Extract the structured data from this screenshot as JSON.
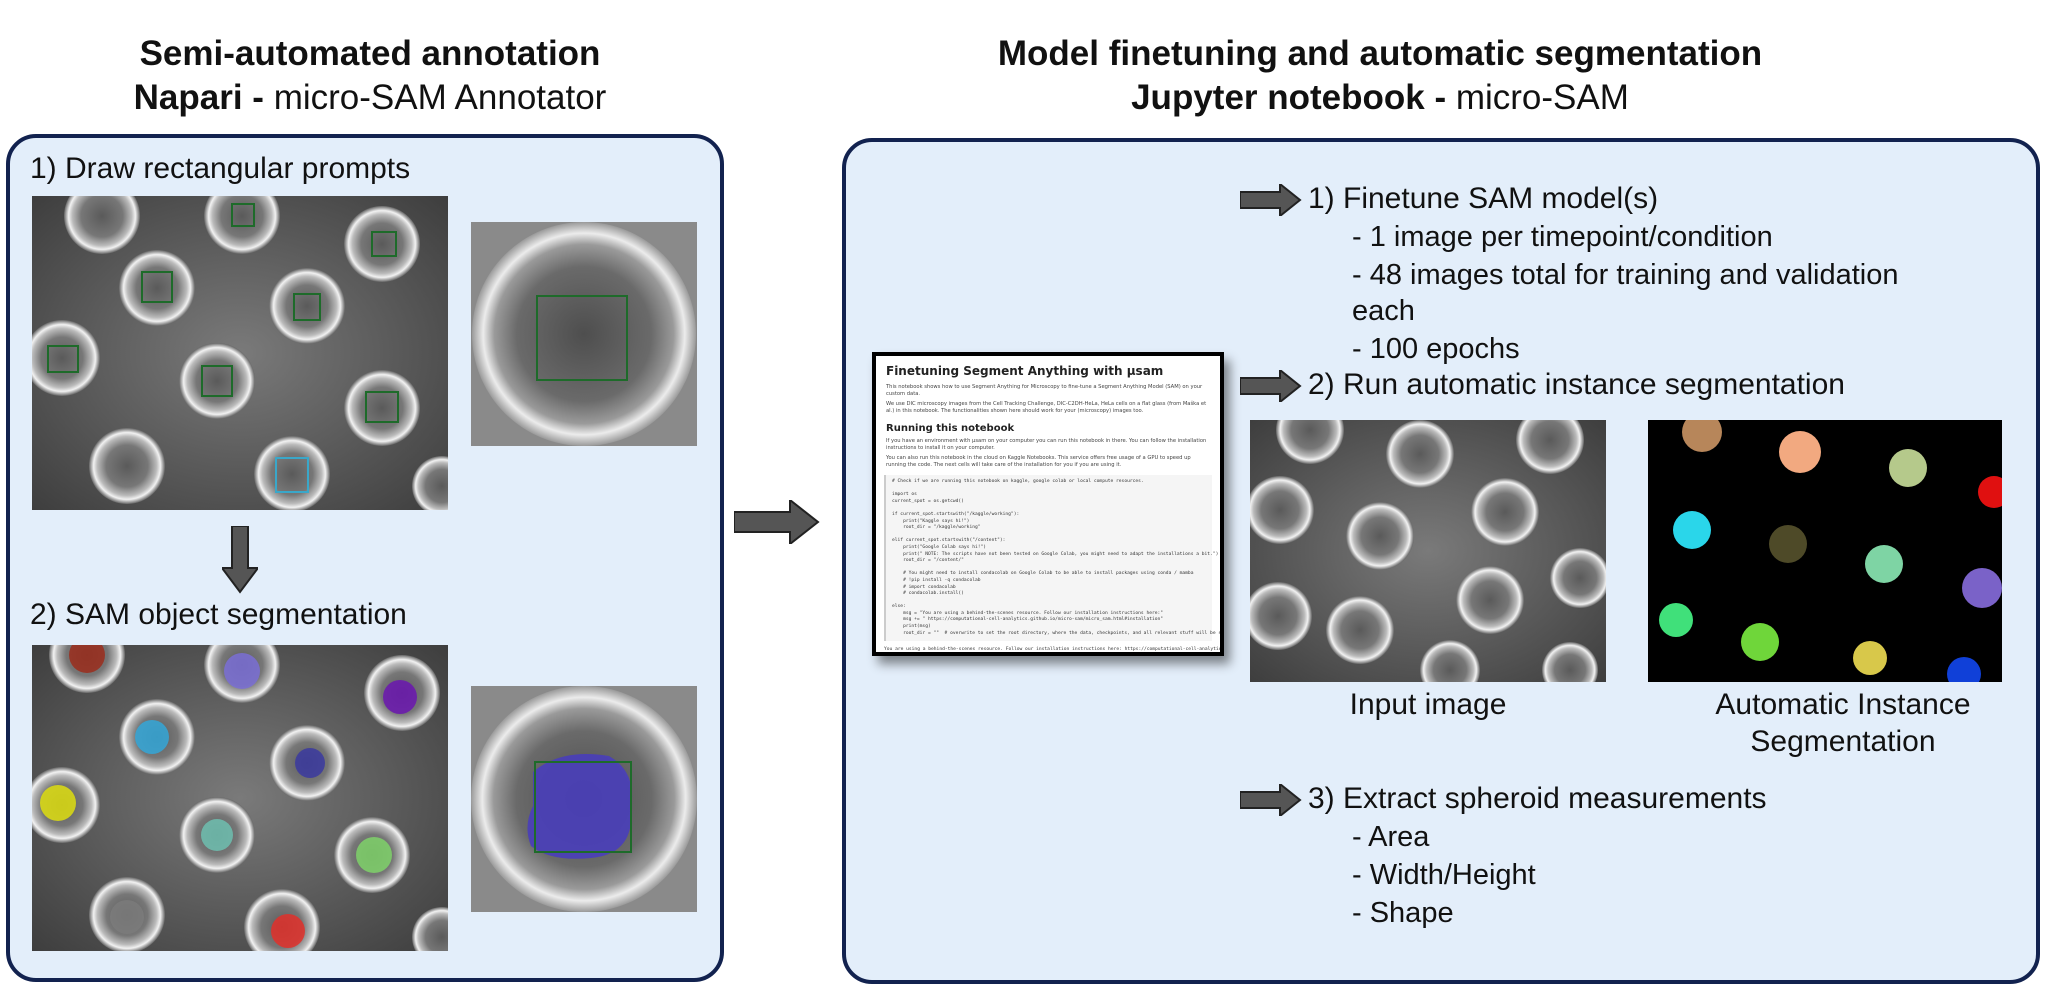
{
  "left": {
    "heading_line1": "Semi-automated annotation",
    "heading_line2_bold": "Napari - ",
    "heading_line2_rest": "micro-SAM Annotator",
    "step1": "1) Draw rectangular prompts",
    "step2": "2) SAM object segmentation"
  },
  "right": {
    "heading_line1": "Model finetuning and automatic segmentation",
    "heading_line2_bold": "Jupyter notebook - ",
    "heading_line2_rest": "micro-SAM",
    "step1": "1) Finetune SAM model(s)",
    "step1_items": [
      "- 1 image per timepoint/condition",
      "- 48 images total for training and validation",
      "each",
      "- 100 epochs"
    ],
    "step2": "2) Run automatic instance segmentation",
    "caption_input": "Input image",
    "caption_auto_line1": "Automatic Instance",
    "caption_auto_line2": "Segmentation",
    "step3": "3) Extract spheroid measurements",
    "step3_items": [
      "- Area",
      "- Width/Height",
      "- Shape"
    ]
  },
  "notebook": {
    "title": "Finetuning Segment Anything with μsam",
    "p1": "This notebook shows how to use Segment Anything for Microscopy to fine-tune a Segment Anything Model (SAM) on your custom data.",
    "p2": "We use DIC microscopy images from the Cell Tracking Challenge, DIC-C2DH-HeLa, HeLa cells on a flat glass (from Maška et al.) in this notebook. The functionalities shown here should work for your (microscopy) images too.",
    "h2": "Running this notebook",
    "p3": "If you have an environment with μsam on your computer you can run this notebook in there. You can follow the installation instructions to install it on your computer.",
    "p4": "You can also run this notebook in the cloud on Kaggle Notebooks. This service offers free usage of a GPU to speed up running the code. The next cells will take care of the installation for you if you are using it.",
    "code": "# Check if we are running this notebook on kaggle, google colab or local compute resources.\n\nimport os\ncurrent_spot = os.getcwd()\n\nif current_spot.startswith(\"/kaggle/working\"):\n    print(\"Kaggle says hi!\")\n    root_dir = \"/kaggle/working\"\n\nelif current_spot.startswith(\"/content\"):\n    print(\"Google Colab says hi!\")\n    print(\" NOTE: The scripts have not been tested on Google Colab, you might need to adapt the installations a bit.\")\n    root_dir = \"/content/\"\n\n    # You might need to install condacolab on Google Colab to be able to install packages using conda / mamba\n    # !pip install -q condacolab\n    # import condacolab\n    # condacolab.install()\n\nelse:\n    msg = \"You are using a behind-the-scenes resource. Follow our installation instructions here:\"\n    msg += \" https://computational-cell-analytics.github.io/micro-sam/micro_sam.html#installation\"\n    print(msg)\n    root_dir = \"\"  # overwrite to set the root directory, where the data, checkpoints, and all relevant stuff will be stored",
    "foot": "You are using a behind-the-scenes resource. Follow our installation instructions here: https://computational-cell-analytics.g\nithub.io/micro-sam/micro_sam.html#installation"
  },
  "colors": {
    "panel_fill": "#e3eefa",
    "panel_border": "#12224f",
    "arrow": "#555555"
  }
}
